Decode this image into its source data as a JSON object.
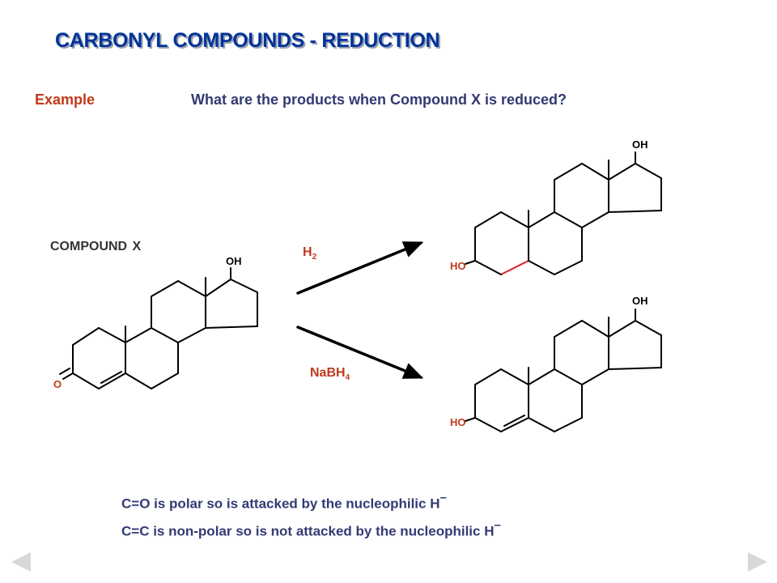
{
  "title": "CARBONYL COMPOUNDS - REDUCTION",
  "example_label": "Example",
  "question": "What are the products when Compound X is reduced?",
  "compound_label": "COMPOUND  X",
  "reagents": {
    "top": {
      "main": "H",
      "sub": "2"
    },
    "bottom": {
      "main": "NaBH",
      "sub": "4"
    }
  },
  "atoms": {
    "hydroxyl": "OH",
    "ho": "HO",
    "carbonyl_o": "O"
  },
  "notes": [
    {
      "text": "C=O is polar so is attacked by the nucleophilic H",
      "sup": "–"
    },
    {
      "text": "C=C is non-polar so is not attacked by the nucleophilic H",
      "sup": "–"
    }
  ],
  "colors": {
    "title": "#003399",
    "accent": "#c0391b",
    "text": "#333a73",
    "bond": "#000000",
    "highlight_bond": "#e02020"
  },
  "icons": {
    "prev": "left-triangle-arrow-icon",
    "next": "right-triangle-arrow-icon"
  }
}
